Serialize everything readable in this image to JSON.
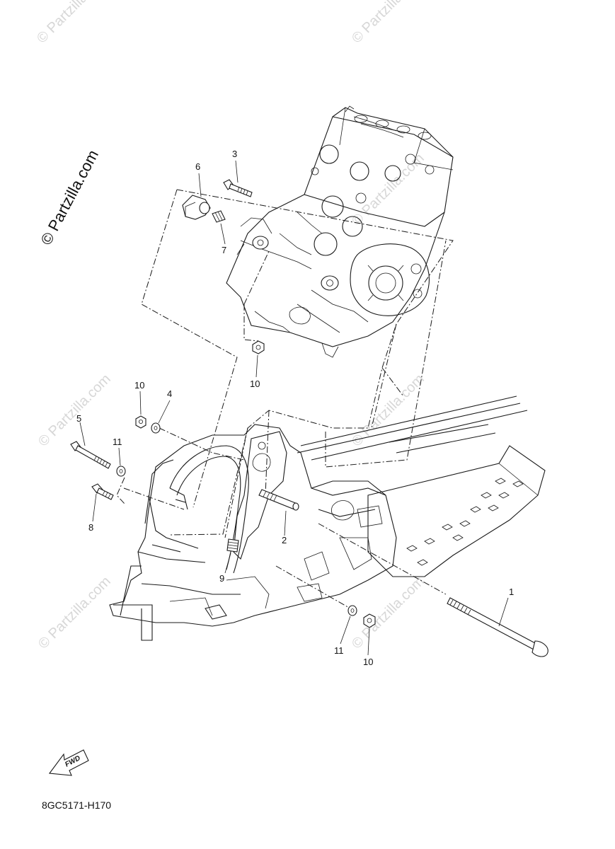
{
  "diagram": {
    "code": "8GC5171-H170",
    "fwd_label": "FWD",
    "watermark": "© Partzilla.com",
    "callouts": [
      "1",
      "2",
      "3",
      "4",
      "5",
      "6",
      "7",
      "8",
      "9",
      "10",
      "10",
      "10",
      "11",
      "11"
    ]
  },
  "colors": {
    "line": "#1a1a1a",
    "watermark": "#d7d7d7",
    "background": "#ffffff"
  }
}
